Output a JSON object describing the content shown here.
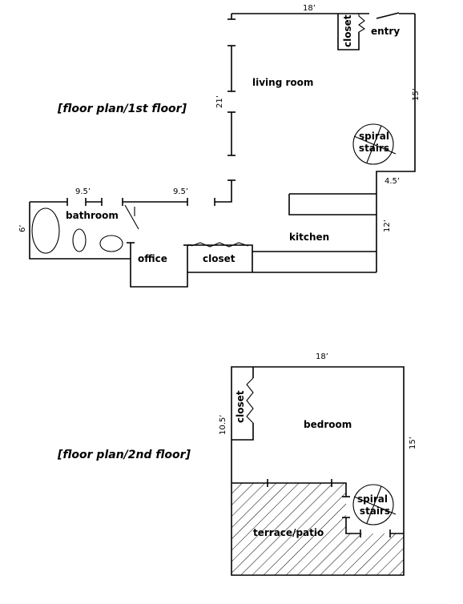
{
  "floor1": {
    "title": "[floor plan/1st floor]",
    "rooms": {
      "living_room": "living room",
      "entry": "entry",
      "closet_entry": "closet",
      "spiral_stairs_line1": "spiral",
      "spiral_stairs_line2": "stairs",
      "bathroom": "bathroom",
      "kitchen": "kitchen",
      "office": "office",
      "closet_office": "closet"
    },
    "dimensions": {
      "top": "18’",
      "right": "15’",
      "left_living": "21’",
      "stairs_step": "4.5’",
      "kitchen_side": "12’",
      "bath_left": "9.5’",
      "bath_right": "9.5’",
      "bath_height": "6’"
    }
  },
  "floor2": {
    "title": "[floor plan/2nd floor]",
    "rooms": {
      "bedroom": "bedroom",
      "closet": "closet",
      "spiral_stairs_line1": "spiral",
      "spiral_stairs_line2": "stairs",
      "terrace": "terrace/patio"
    },
    "dimensions": {
      "top": "18’",
      "right": "15’",
      "closet_left": "10.5’"
    }
  }
}
